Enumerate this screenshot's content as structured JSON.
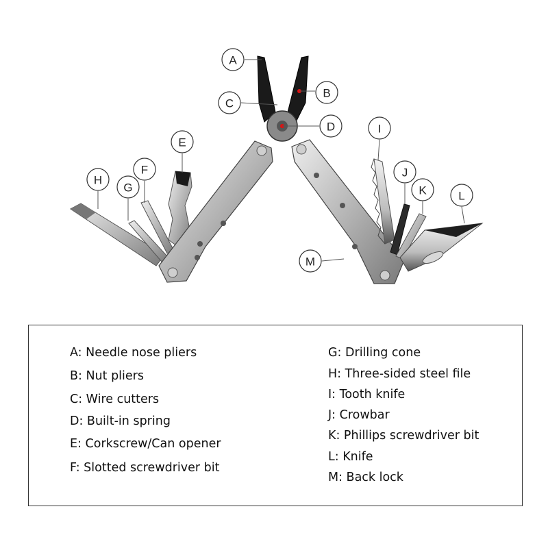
{
  "colors": {
    "steel_light": "#d9d9d9",
    "steel_mid": "#a9a9a9",
    "steel_dark": "#6e6e6e",
    "jaw_black": "#1a1a1a",
    "spring_red": "#e01010",
    "outline": "#333333"
  },
  "callouts": [
    {
      "letter": "A"
    },
    {
      "letter": "B"
    },
    {
      "letter": "C"
    },
    {
      "letter": "D"
    },
    {
      "letter": "E"
    },
    {
      "letter": "F"
    },
    {
      "letter": "G"
    },
    {
      "letter": "H"
    },
    {
      "letter": "I"
    },
    {
      "letter": "J"
    },
    {
      "letter": "K"
    },
    {
      "letter": "L"
    },
    {
      "letter": "M"
    }
  ],
  "legend": {
    "left": [
      "A: Needle nose pliers",
      "B: Nut pliers",
      "C: Wire cutters",
      "D: Built-in spring",
      "E: Corkscrew/Can opener",
      "F: Slotted screwdriver bit"
    ],
    "right": [
      "G: Drilling cone",
      "H: Three-sided steel file",
      "I: Tooth knife",
      "J: Crowbar",
      "K: Phillips screwdriver bit",
      "L: Knife",
      "M: Back lock"
    ]
  }
}
